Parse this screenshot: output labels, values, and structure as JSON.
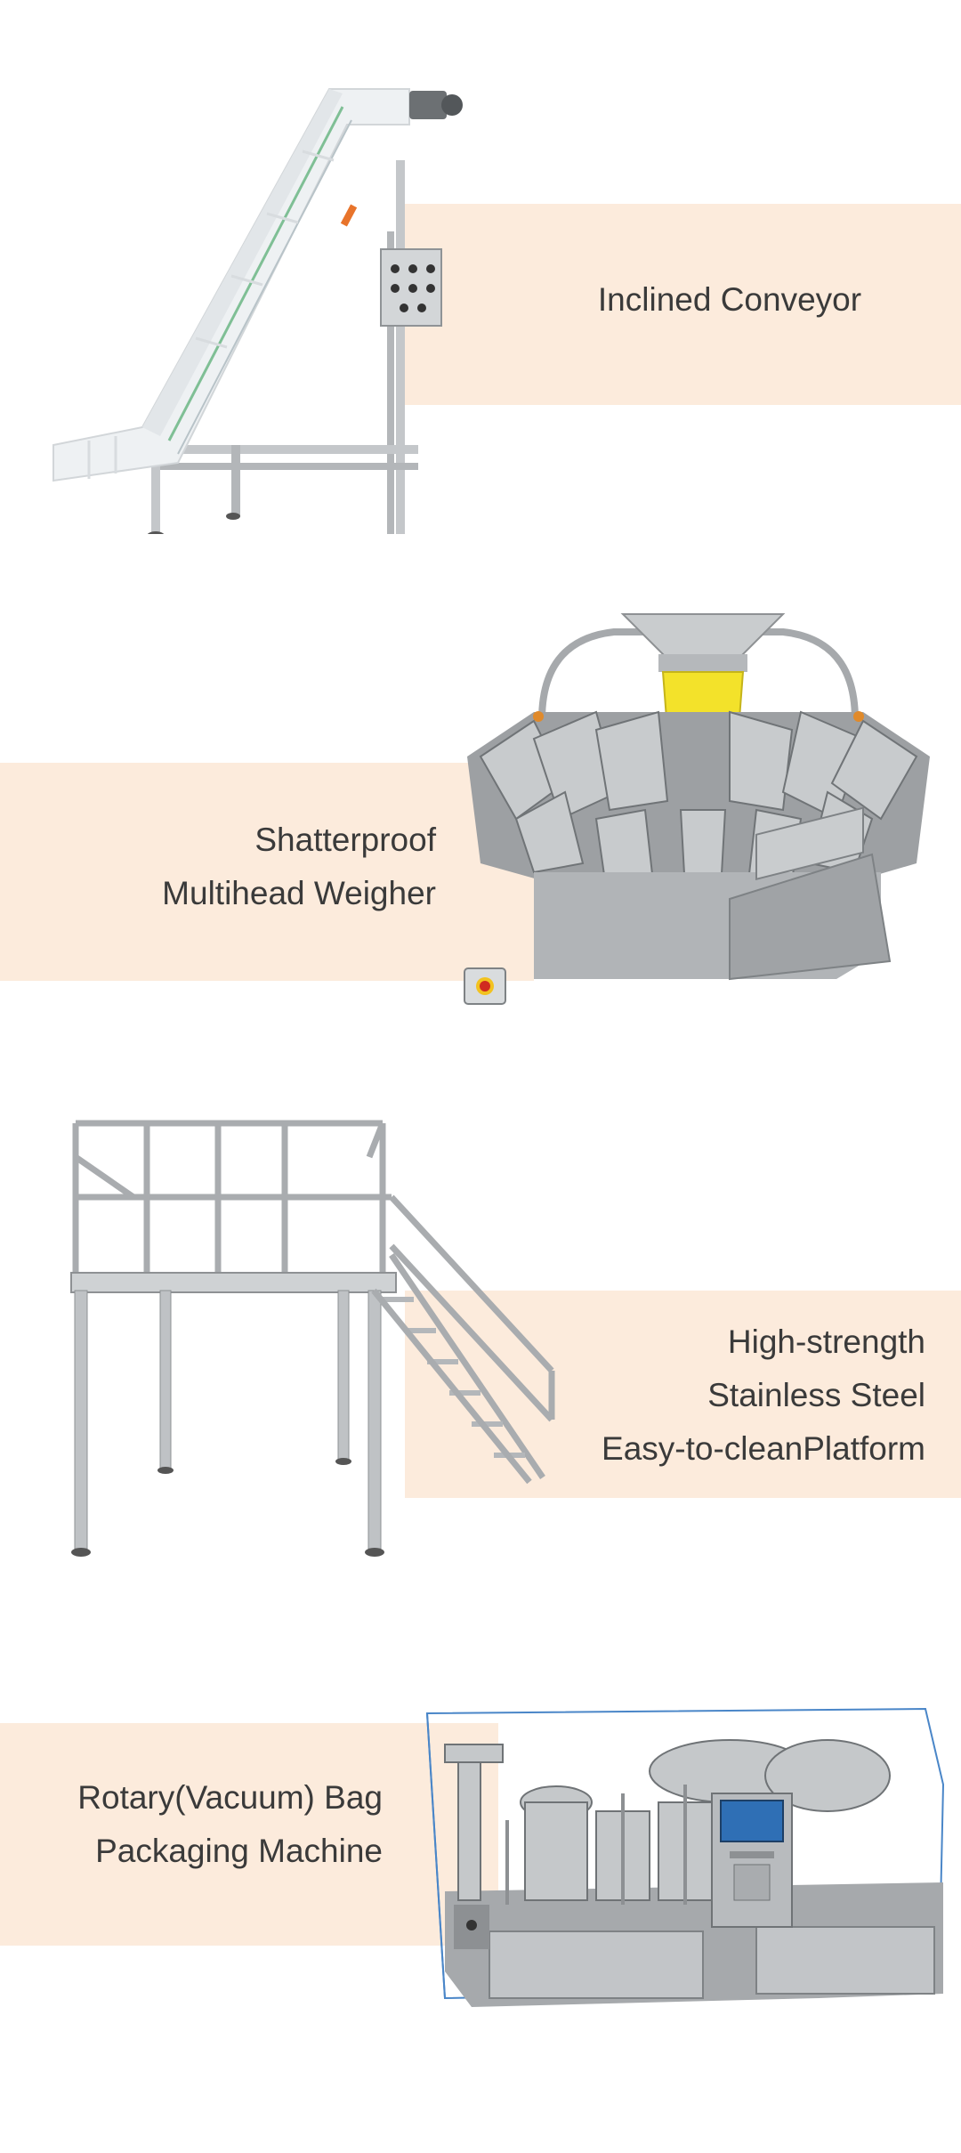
{
  "colors": {
    "band": "#fcebdc",
    "text": "#3a3a3a",
    "steel": "#b9bcbf",
    "steel_dark": "#7e8285",
    "white_belt": "#eef1f3",
    "yellow_bucket": "#f3e22a"
  },
  "sections": [
    {
      "id": "conveyor",
      "lines": [
        "Inclined Conveyor"
      ],
      "align": "center",
      "image": "inclined-conveyor"
    },
    {
      "id": "weigher",
      "lines": [
        "Shatterproof",
        "Multihead Weigher"
      ],
      "align": "right",
      "image": "multihead-weigher"
    },
    {
      "id": "platform",
      "lines": [
        "High-strength",
        "Stainless Steel",
        "Easy-to-cleanPlatform"
      ],
      "align": "right",
      "image": "stainless-platform"
    },
    {
      "id": "packager",
      "lines": [
        "Rotary(Vacuum) Bag",
        "Packaging Machine"
      ],
      "align": "right",
      "image": "rotary-bag-packaging-machine"
    }
  ]
}
